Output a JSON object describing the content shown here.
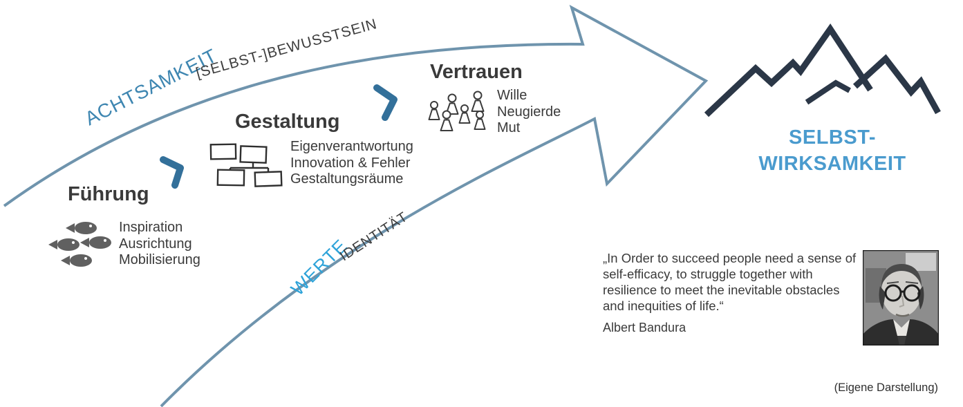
{
  "arc": {
    "top_primary": "ACHTSAMKEIT",
    "top_secondary": "[SELBST-]BEWUSSTSEIN",
    "bottom_primary": "WERTE",
    "bottom_secondary": "IDENTITÄT"
  },
  "stages": [
    {
      "title": "Führung",
      "icon": "fish-school-icon",
      "items": [
        "Inspiration",
        "Ausrichtung",
        "Mobilisierung"
      ]
    },
    {
      "title": "Gestaltung",
      "icon": "org-chart-icon",
      "items": [
        "Eigenverantwortung",
        "Innovation & Fehler",
        "Gestaltungsräume"
      ]
    },
    {
      "title": "Vertrauen",
      "icon": "people-group-icon",
      "items": [
        "Wille",
        "Neugierde",
        "Mut"
      ]
    }
  ],
  "goal": {
    "icon": "mountain-icon",
    "line1": "SELBST-",
    "line2": "WIRKSAMKEIT"
  },
  "quote": {
    "text": "„In Order to succeed people need a sense of\nself-efficacy, to struggle together with\nresilience to meet the inevitable obstacles\nand inequities  of life.“",
    "author": "Albert Bandura",
    "photo": "albert-bandura-portrait"
  },
  "credit": "(Eigene Darstellung)",
  "palette": {
    "arrow_outline": "#6f94ad",
    "chevron": "#33709a",
    "arc_top_primary_text": "#3e86b1",
    "arc_bottom_primary_text": "#2ea3d9",
    "dark_text": "#3a3a3a",
    "mountain": "#2b3747",
    "goal_text": "#4a9bce",
    "fish_fill": "#606060"
  }
}
